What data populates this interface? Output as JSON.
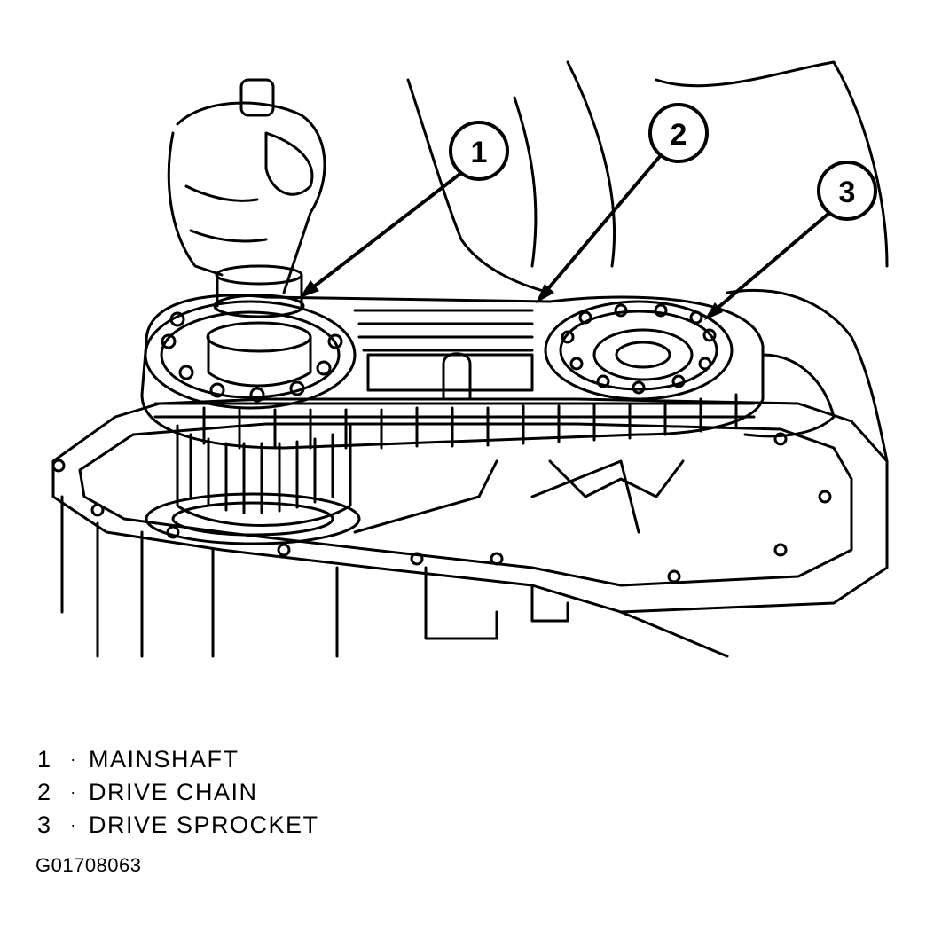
{
  "callouts": [
    {
      "number": "1"
    },
    {
      "number": "2"
    },
    {
      "number": "3"
    }
  ],
  "legend": [
    {
      "number": "1",
      "separator": "·",
      "label": "MAINSHAFT"
    },
    {
      "number": "2",
      "separator": "·",
      "label": "DRIVE CHAIN"
    },
    {
      "number": "3",
      "separator": "·",
      "label": "DRIVE SPROCKET"
    }
  ],
  "figure_id": "G01708063"
}
